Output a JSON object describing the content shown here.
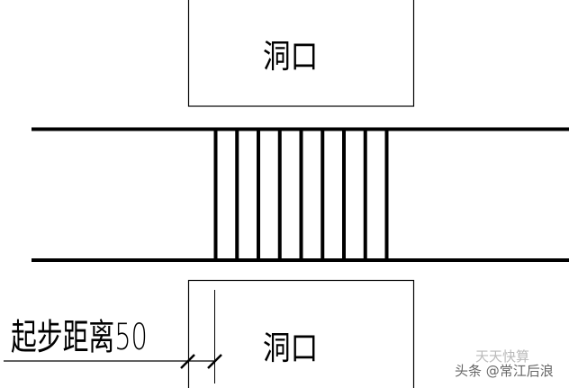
{
  "top_opening": {
    "label": "洞口"
  },
  "bottom_opening": {
    "label": "洞口"
  },
  "dimension": {
    "label": "起步距离50"
  },
  "bar_count": 9,
  "watermark": {
    "line1": "天天快算",
    "line2": "头条 @常江后浪"
  },
  "colors": {
    "line": "#000000",
    "background": "#ffffff",
    "watermark": "#888888"
  }
}
